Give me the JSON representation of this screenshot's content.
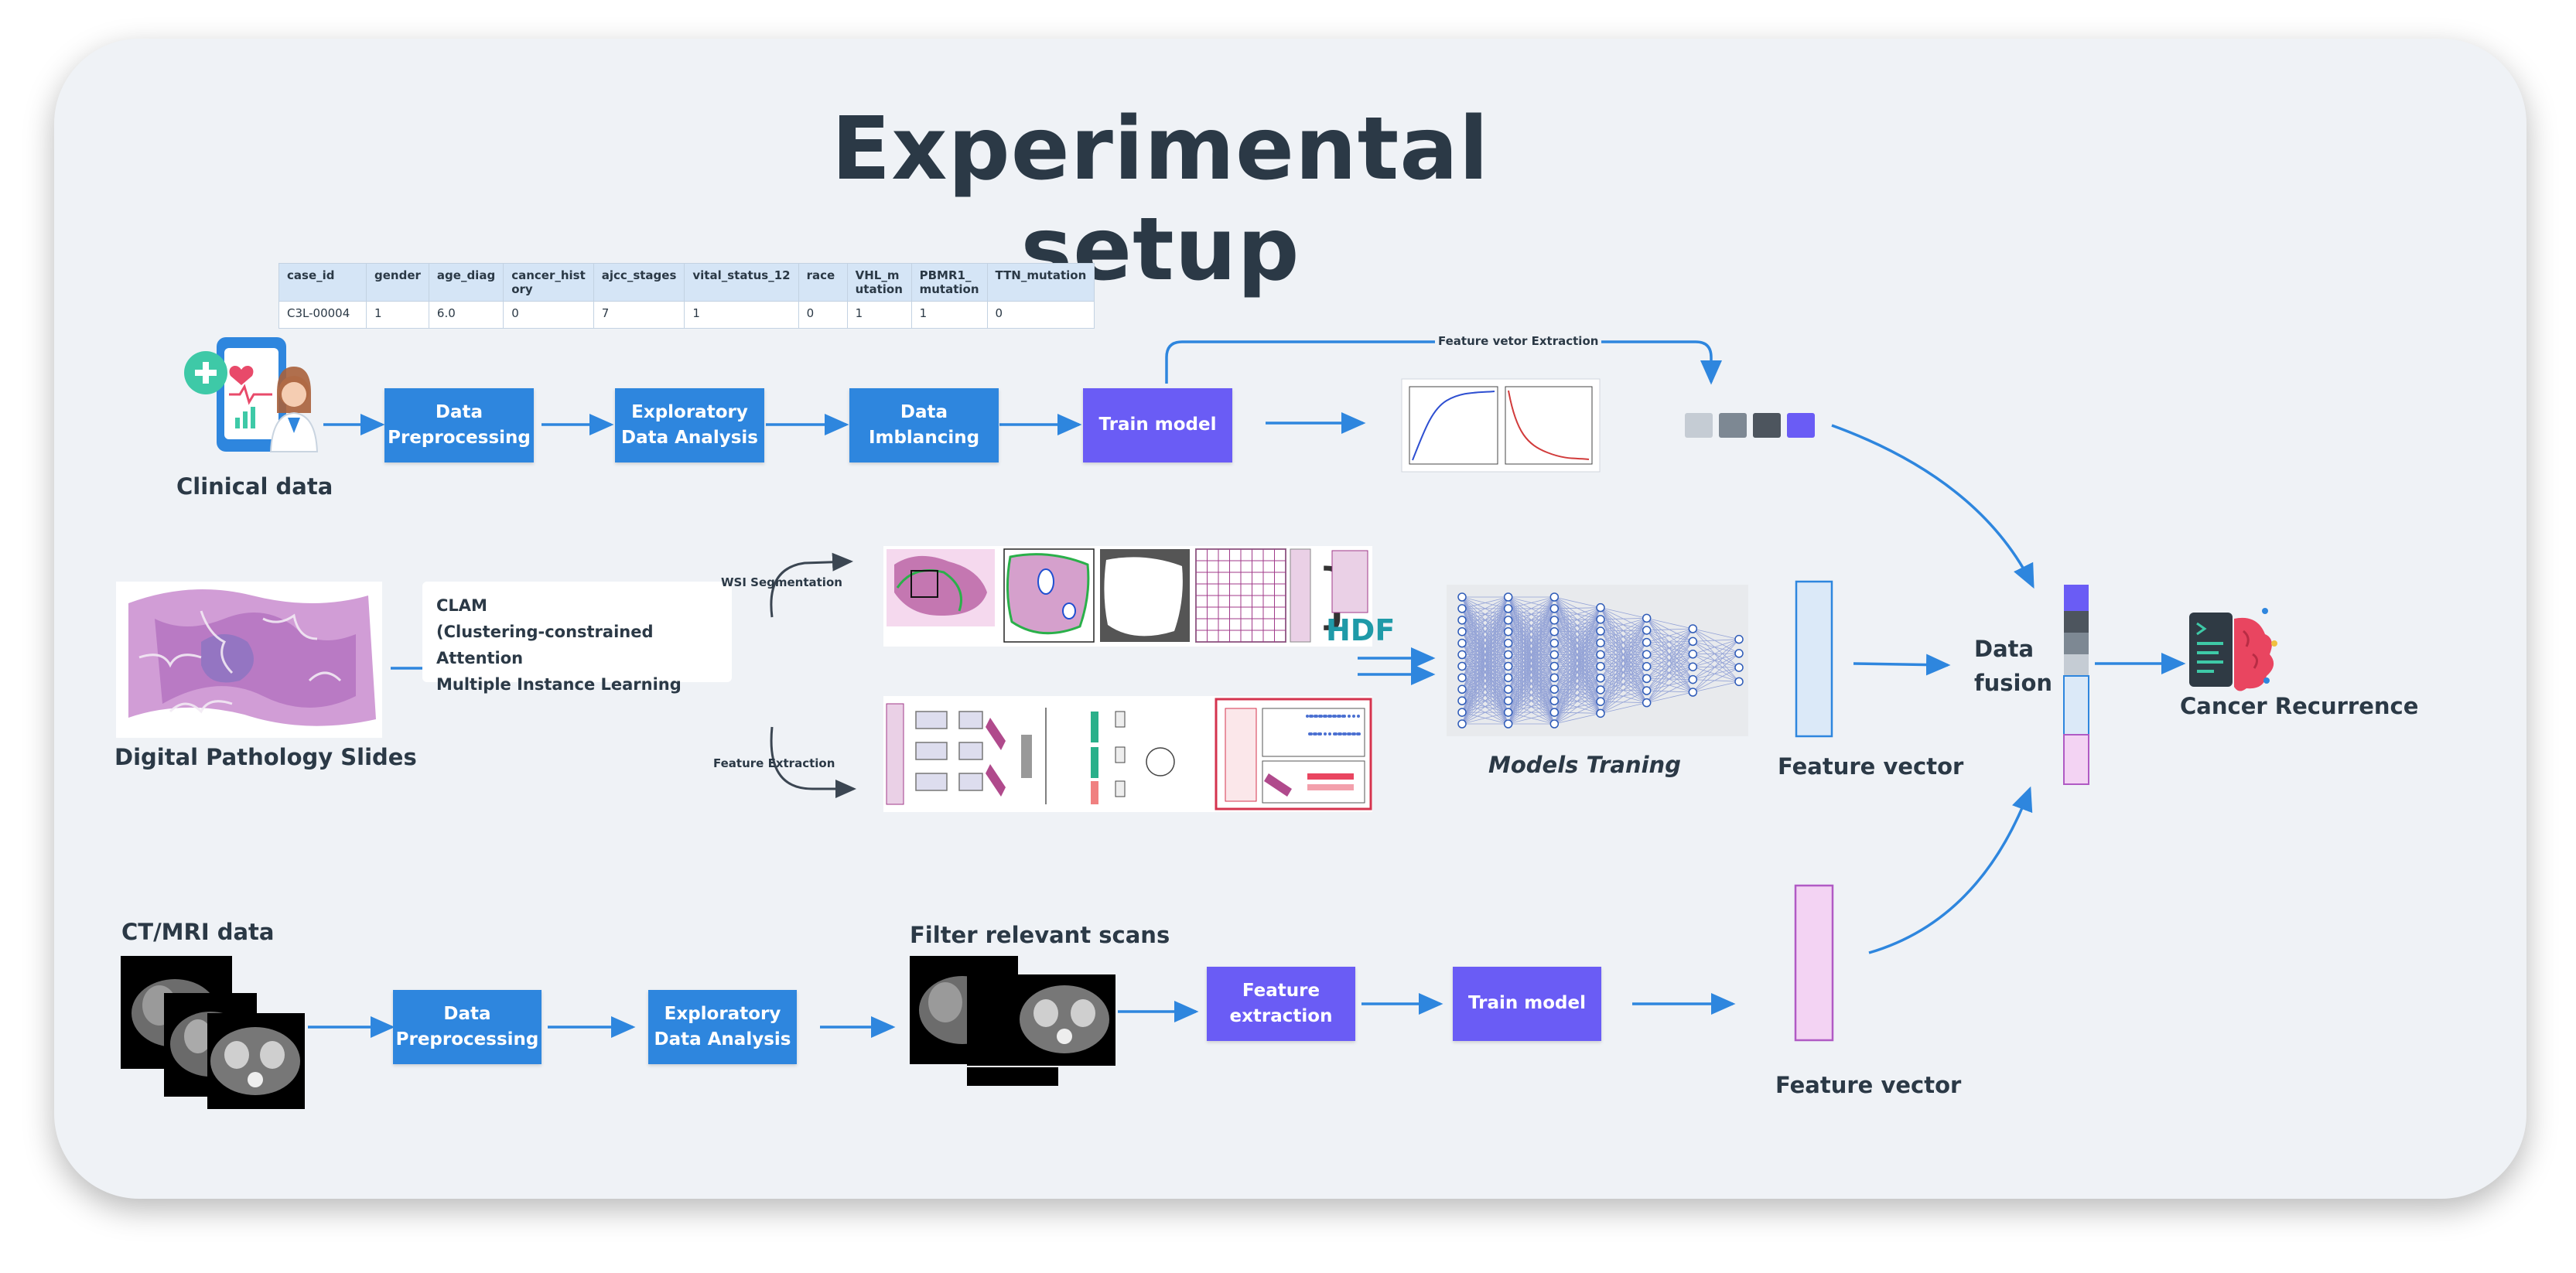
{
  "title": "Experimental setup",
  "clinical": {
    "label": "Clinical data",
    "table": {
      "headers": [
        "case_id",
        "gender",
        "age_diag",
        "cancer_hist ory",
        "ajcc_stages",
        "vital_status_12",
        "race",
        "VHL_m utation",
        "PBMR1_ mutation",
        "TTN_mutation"
      ],
      "row": [
        "C3L-00004",
        "1",
        "6.0",
        "0",
        "7",
        "1",
        "0",
        "1",
        "1",
        "0"
      ]
    },
    "steps": [
      "Data Preprocessing",
      "Exploratory Data Analysis",
      "Data Imblancing",
      "Train model"
    ],
    "feature_extraction_label": "Feature vetor Extraction"
  },
  "pathology": {
    "label": "Digital Pathology Slides",
    "clam_lines": [
      "CLAM",
      "(Clustering-constrained Attention",
      "Multiple Instance Learning"
    ],
    "wsi_label": "WSI Segmentation",
    "feature_label": "Feature Extraction",
    "models_label": "Models Traning",
    "feature_vector_label": "Feature vector"
  },
  "imaging": {
    "label": "CT/MRI data",
    "filter_label": "Filter relevant scans",
    "steps": [
      "Data Preprocessing",
      "Exploratory Data Analysis",
      "Feature extraction",
      "Train model"
    ],
    "feature_vector_label": "Feature vector"
  },
  "fusion": {
    "label_line1": "Data",
    "label_line2": "fusion",
    "output_label": "Cancer Recurrence"
  },
  "colors": {
    "step_blue": "#2e86de",
    "step_purple": "#6a5cf5",
    "arrow": "#2e86de",
    "vector_blue": "#dbe9f8",
    "vector_pink": "#f3d3f3",
    "swatches": [
      "#c5ccd4",
      "#7d8893",
      "#4d555e",
      "#6a5cf5"
    ]
  },
  "icons": [
    "doctor-phone-icon",
    "brain-terminal-icon",
    "hdf-logo-icon"
  ]
}
